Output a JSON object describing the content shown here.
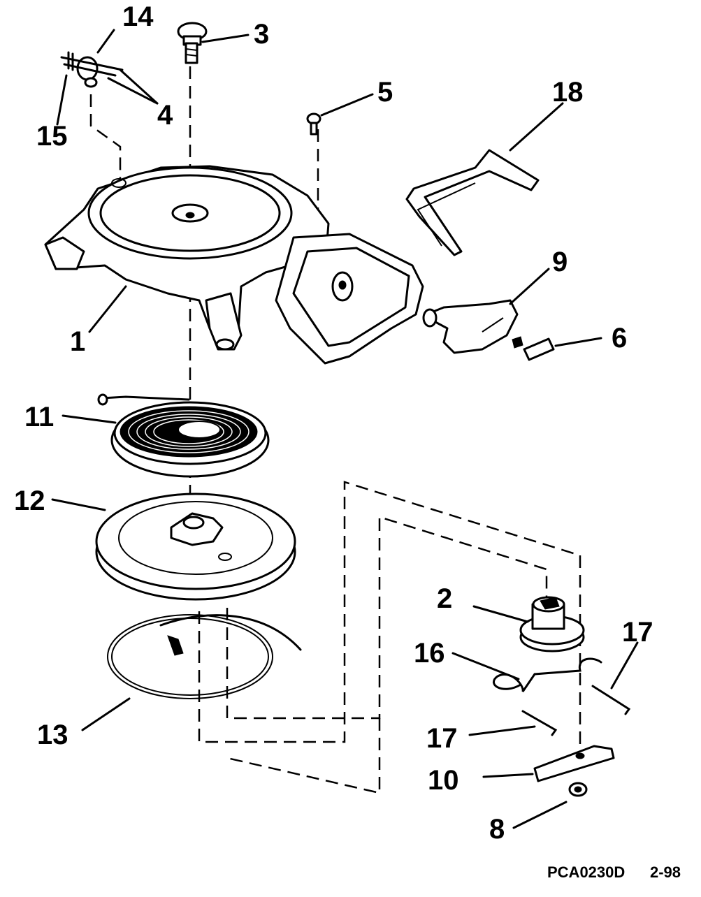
{
  "diagram": {
    "callouts": {
      "c1": "1",
      "c2": "2",
      "c3": "3",
      "c4": "4",
      "c5": "5",
      "c6": "6",
      "c8": "8",
      "c9": "9",
      "c10": "10",
      "c11": "11",
      "c12": "12",
      "c13": "13",
      "c14": "14",
      "c15": "15",
      "c16": "16",
      "c17a": "17",
      "c17b": "17",
      "c18": "18"
    },
    "footer": {
      "code": "PCA0230D",
      "date": "2-98"
    }
  }
}
